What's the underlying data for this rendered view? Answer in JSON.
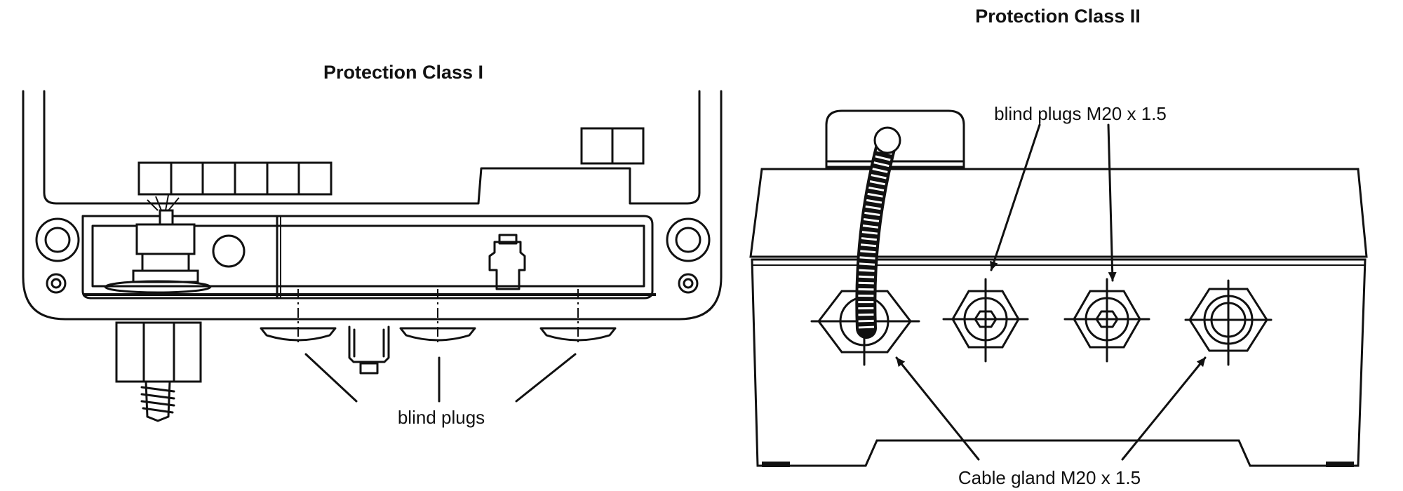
{
  "figure": {
    "left_panel": {
      "title": "Protection Class I",
      "label": "blind plugs"
    },
    "right_panel": {
      "title": "Protection Class II",
      "top_label": "blind plugs M20 x 1.5",
      "bottom_label": "Cable gland M20 x 1.5"
    }
  }
}
